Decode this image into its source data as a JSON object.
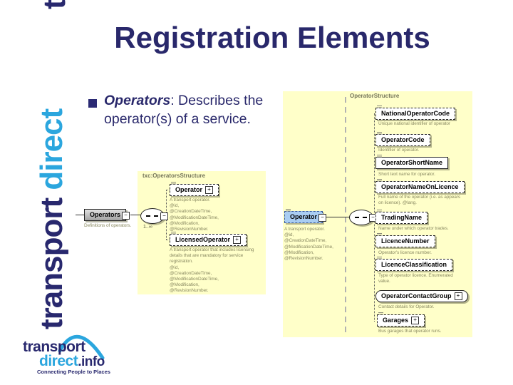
{
  "colors": {
    "navy": "#28286E",
    "cyan": "#2BA6DE",
    "panel_yellow": "#FFFFC9",
    "caption_olive": "#8B8B63",
    "title_navy": "#29286B",
    "highlight_blue": "#A9CDF2"
  },
  "title": "Registration Elements",
  "bullet": {
    "term": "Operators",
    "after_term": ": Describes the",
    "line2": "operator(s) of a service."
  },
  "side_brand": {
    "word_navy": "transport",
    "word_cyan": "direct",
    "partial_glyph": "t"
  },
  "footer_brand": {
    "line1": "transport",
    "line2_word": "direct",
    "line2_suffix": ".info",
    "tagline": "Connecting People to Places"
  },
  "left_diagram": {
    "root_label": "Operators",
    "root_toggle": "−",
    "root_caption": "Definitions of operators.",
    "connector_toggle": "−",
    "multiplicity": "1..∞",
    "panel_title": "txc:OperatorsStructure",
    "children": [
      {
        "label": "Operator",
        "toggle": "+",
        "desc": [
          "A transport operator.",
          "@id,",
          "@CreationDateTime,",
          "@ModificationDateTime,",
          "@Modification,",
          "@RevisionNumber."
        ]
      },
      {
        "label": "LicensedOperator",
        "toggle": "+",
        "desc": [
          "A transport operator that includes licensing",
          "details that are mandatory for service",
          "registration.",
          "@id,",
          "@CreationDateTime,",
          "@ModificationDateTime,",
          "@Modification,",
          "@RevisionNumber."
        ]
      }
    ]
  },
  "right_diagram": {
    "panel_title": "OperatorStructure",
    "root": {
      "label": "Operator",
      "toggle": "−",
      "desc": [
        "A transport operator.",
        "@id,",
        "@CreationDateTime,",
        "@ModificationDateTime,",
        "@Modification,",
        "@RevisionNumber."
      ]
    },
    "connector_toggle": "−",
    "children": [
      {
        "label": "NationalOperatorCode",
        "caption": "Unique national identifier of operator"
      },
      {
        "label": "OperatorCode",
        "caption": "Identifier of operator."
      },
      {
        "label": "OperatorShortName",
        "caption": "Short text name for operator."
      },
      {
        "label": "OperatorNameOnLicence",
        "caption": "Full name of the operator (i.e. as appears on licence). @lang."
      },
      {
        "label": "TradingName",
        "caption": "Name under which operator trades."
      },
      {
        "label": "LicenceNumber",
        "caption": "Operator's licence number."
      },
      {
        "label": "LicenceClassification",
        "caption": "Type of operator licence. Enumerated value."
      },
      {
        "label": "OperatorContactGroup",
        "toggle": "+",
        "caption": "Contact details for Operator."
      },
      {
        "label": "Garages",
        "toggle": "+",
        "caption": "Bus garages that operator runs."
      }
    ]
  }
}
